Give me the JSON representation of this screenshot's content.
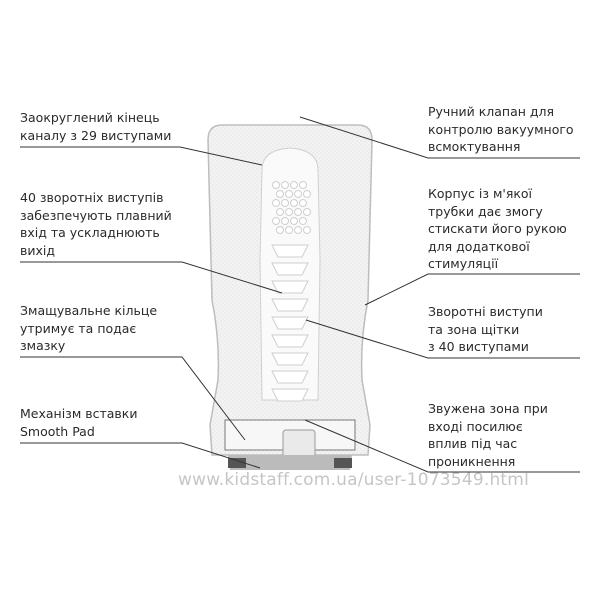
{
  "left_labels": [
    {
      "text": "Заокруглений кінець\nканалу з 29 виступами"
    },
    {
      "text": "40 зворотніх виступів\nзабезпечують плавний\nвхід та ускладнюють\nвихід"
    },
    {
      "text": "Змащувальне кільце\nутримує та подає\nзмазку"
    },
    {
      "text": "Механізм вставки\nSmooth Pad"
    }
  ],
  "right_labels": [
    {
      "text": "Ручний клапан для\nконтролю вакуумного\nвсмоктування"
    },
    {
      "text": "Корпус із м'якої\nтрубки дає змогу\nстискати його рукою\nдля додаткової\nстимуляції"
    },
    {
      "text": "Зворотні виступи\nта зона щітки\nз 40 виступами"
    },
    {
      "text": "Звужена зона при\nвході посилює\nвплив під час\nпроникнення"
    }
  ],
  "watermark": "www.kidstaff.com.ua/user-1073549.html",
  "colors": {
    "line": "#333333",
    "body": "#f1f1f1",
    "outline": "#bdbdbd"
  }
}
